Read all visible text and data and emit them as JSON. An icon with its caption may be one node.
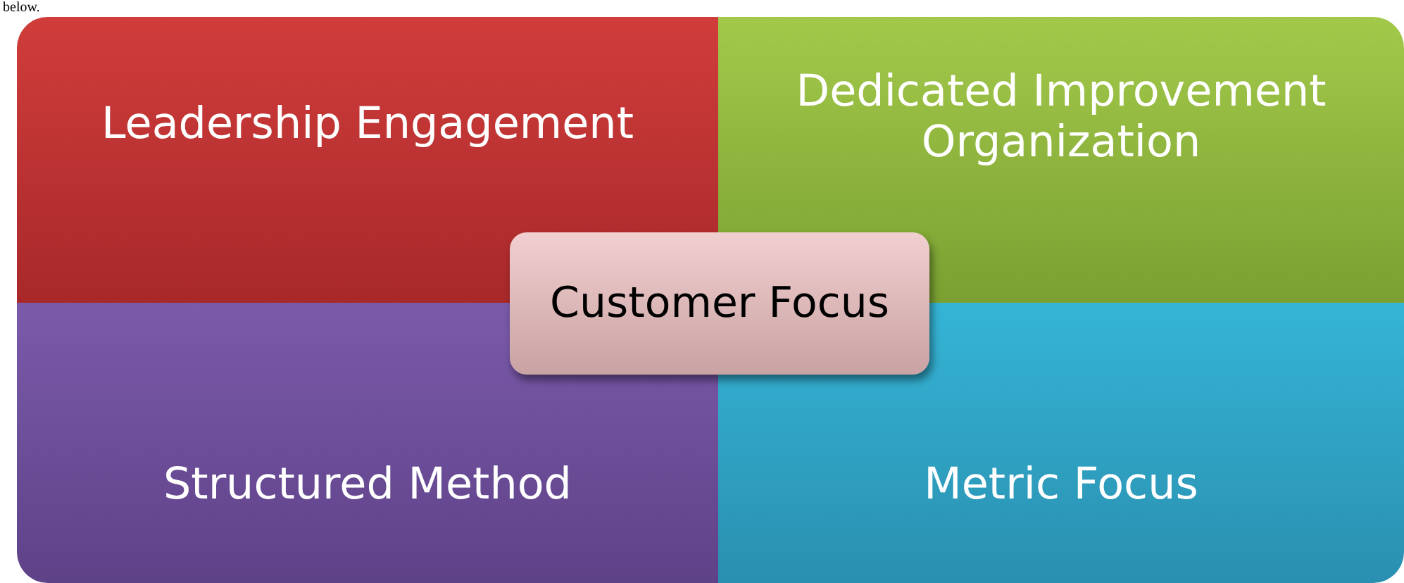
{
  "diagram": {
    "nodes": [
      {
        "text": [
          "Leadership Engagement"
        ]
      },
      {
        "text": [
          "Dedicated Improvement Organization"
        ]
      },
      {
        "text": [
          "Structured Method"
        ]
      },
      {
        "text": [
          "Metric Focus"
        ]
      },
      {
        "text": [
          "Customer Focus"
        ]
      }
    ],
    "labels": [
      "below."
    ]
  }
}
